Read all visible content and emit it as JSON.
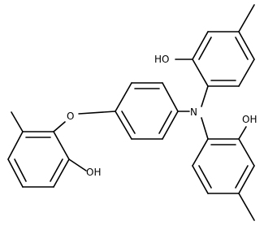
{
  "structure": {
    "atoms": {
      "oh_top": "HO",
      "ether_o": "O",
      "n_center": "N",
      "oh_right": "OH",
      "oh_left": "OH"
    }
  },
  "colors": {
    "bond": "#000000",
    "label": "#000000",
    "background": "#ffffff"
  }
}
